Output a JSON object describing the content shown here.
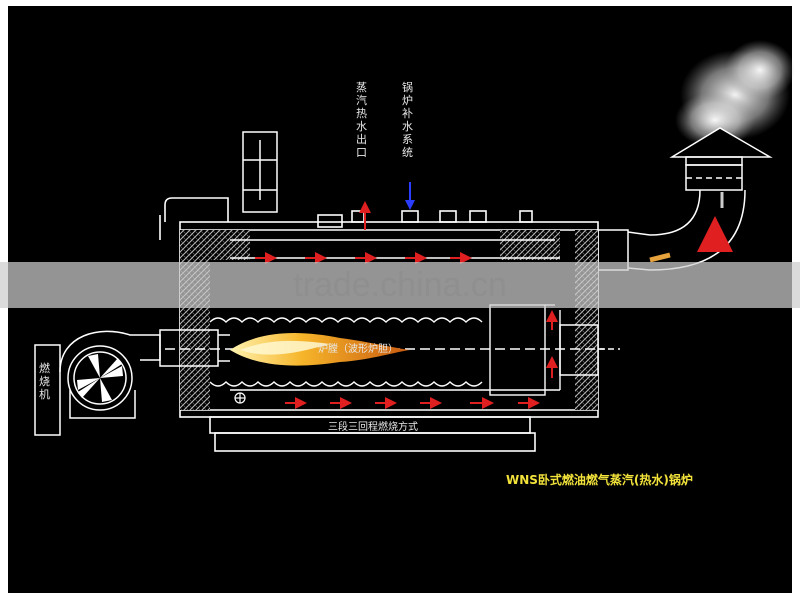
{
  "labels": {
    "steam_outlet": "蒸汽热水出口",
    "feedwater": "锅炉补水系统",
    "burner": "燃烧机",
    "furnace": "炉膛（波形炉胆）",
    "flow_method": "三段三回程燃烧方式"
  },
  "title": "WNS卧式燃油燃气蒸汽(热水)锅炉",
  "watermark": "trade.china.cn",
  "colors": {
    "background": "#000000",
    "line": "#ffffff",
    "flow_arrow": "#e02020",
    "feed_arrow": "#2a3cff",
    "title": "#f2e23a",
    "flame": "#f3a21c"
  }
}
